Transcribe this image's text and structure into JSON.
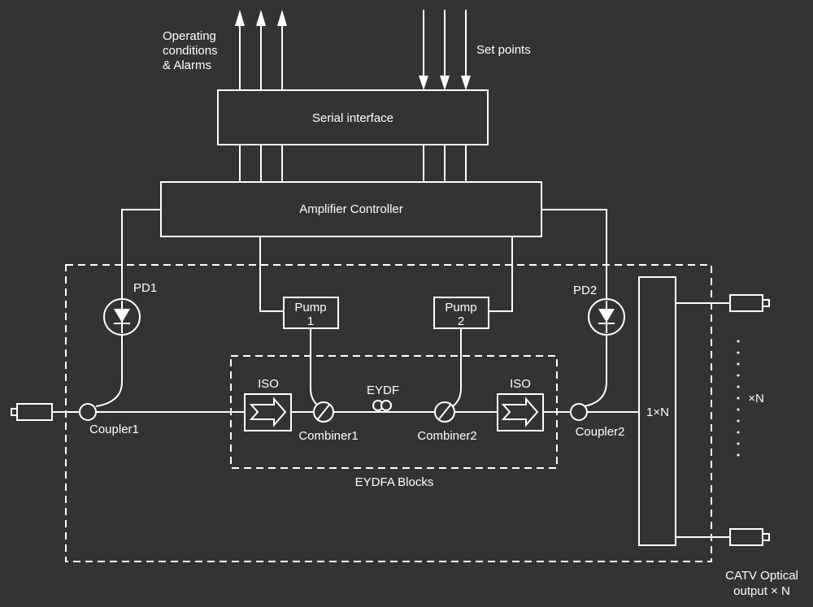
{
  "colors": {
    "background": "#333333",
    "foreground": "#ffffff"
  },
  "labels": {
    "status_line1": "Operating",
    "status_line2": "conditions",
    "status_line3": "& Alarms",
    "set_points": "Set points",
    "serial_interface": "Serial interface",
    "amplifier_controller": "Amplifier Controller",
    "pd1": "PD1",
    "pd2": "PD2",
    "pump1_line1": "Pump",
    "pump1_line2": "1",
    "pump2_line1": "Pump",
    "pump2_line2": "2",
    "iso_left": "ISO",
    "iso_right": "ISO",
    "eydf": "EYDF",
    "coupler1": "Coupler1",
    "coupler2": "Coupler2",
    "combiner1": "Combiner1",
    "combiner2": "Combiner2",
    "splitter": "1×N",
    "multiplier": "×N",
    "eydfa_blocks": "EYDFA Blocks",
    "output_line1": "CATV Optical",
    "output_line2": "output × N"
  },
  "icons": {
    "photodiode": "photodiode-icon",
    "isolator": "isolator-arrow-icon",
    "fiber_coil": "fiber-coil-icon",
    "connector": "fiber-connector-icon"
  }
}
